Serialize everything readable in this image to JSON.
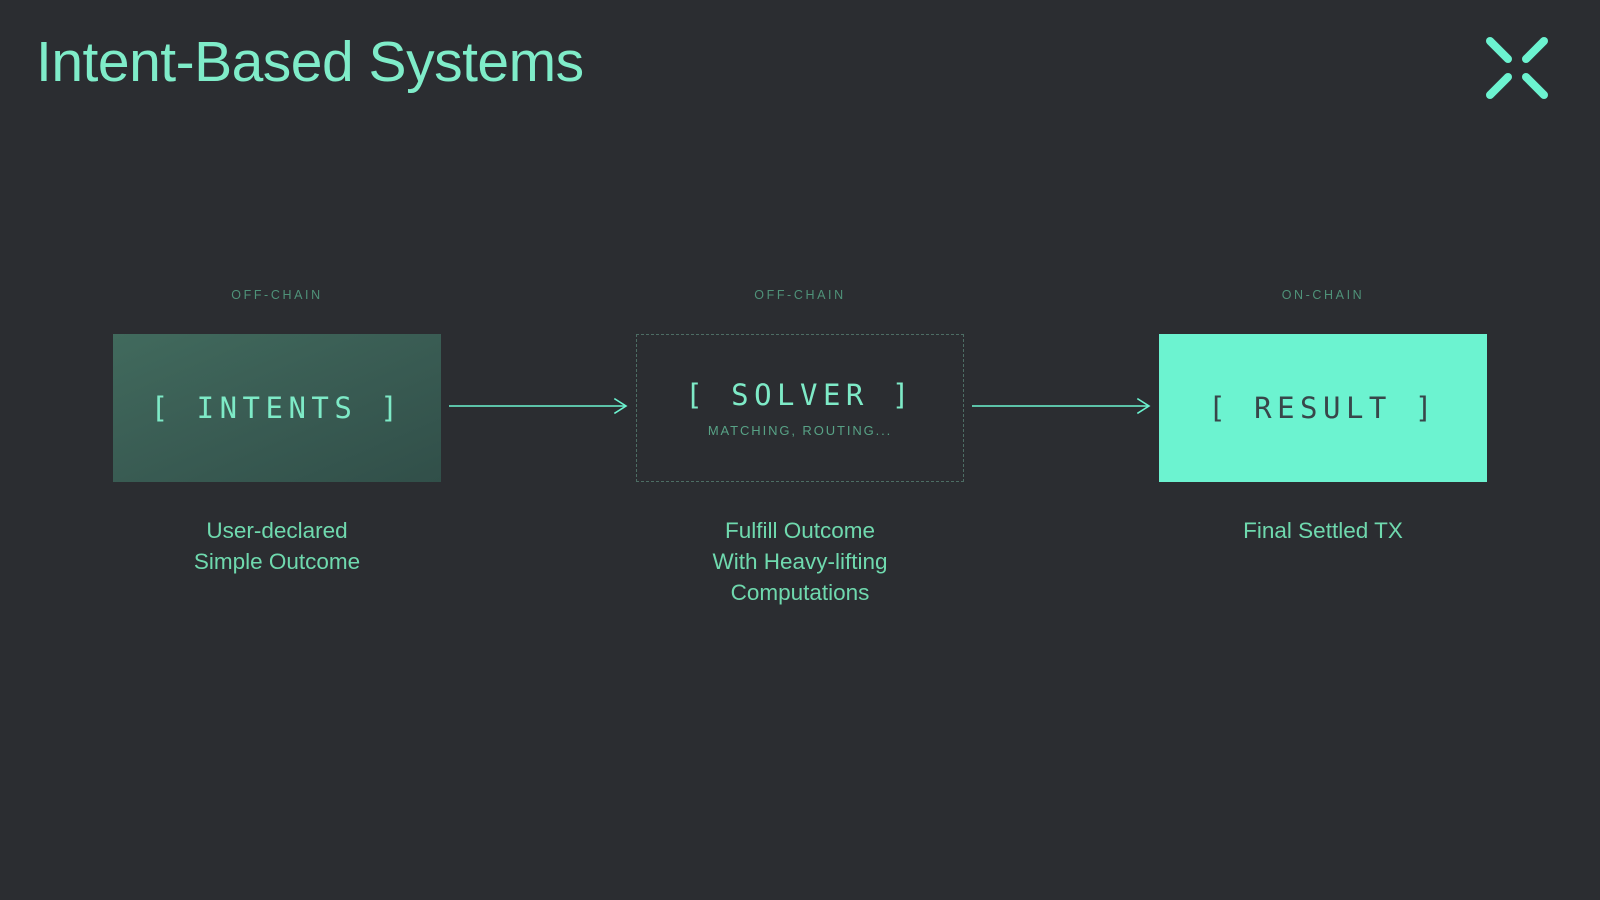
{
  "header": {
    "title": "Intent-Based Systems",
    "logo_name": "x-mark-logo"
  },
  "theme": {
    "background": "#2b2d31",
    "accent_mint": "#7fecc9",
    "accent_solid": "#6cf3d0",
    "label_green": "#4f9279",
    "caption_green": "#6fd9ae",
    "dark_text": "#38464a",
    "dashed_border": "#4d6d64"
  },
  "flow": {
    "stages": [
      {
        "label": "OFF-CHAIN",
        "title": "[ INTENTS ]",
        "subtitle": "",
        "caption": "User-declared\nSimple Outcome",
        "style": "filled-gradient"
      },
      {
        "label": "OFF-CHAIN",
        "title": "[ SOLVER ]",
        "subtitle": "MATCHING, ROUTING...",
        "caption": "Fulfill Outcome\nWith Heavy-lifting\nComputations",
        "style": "dashed"
      },
      {
        "label": "ON-CHAIN",
        "title": "[ RESULT ]",
        "subtitle": "",
        "caption": "Final Settled TX",
        "style": "solid"
      }
    ],
    "connectors": [
      {
        "name": "arrow-intents-to-solver",
        "direction": "right"
      },
      {
        "name": "arrow-solver-to-result",
        "direction": "right"
      }
    ]
  }
}
